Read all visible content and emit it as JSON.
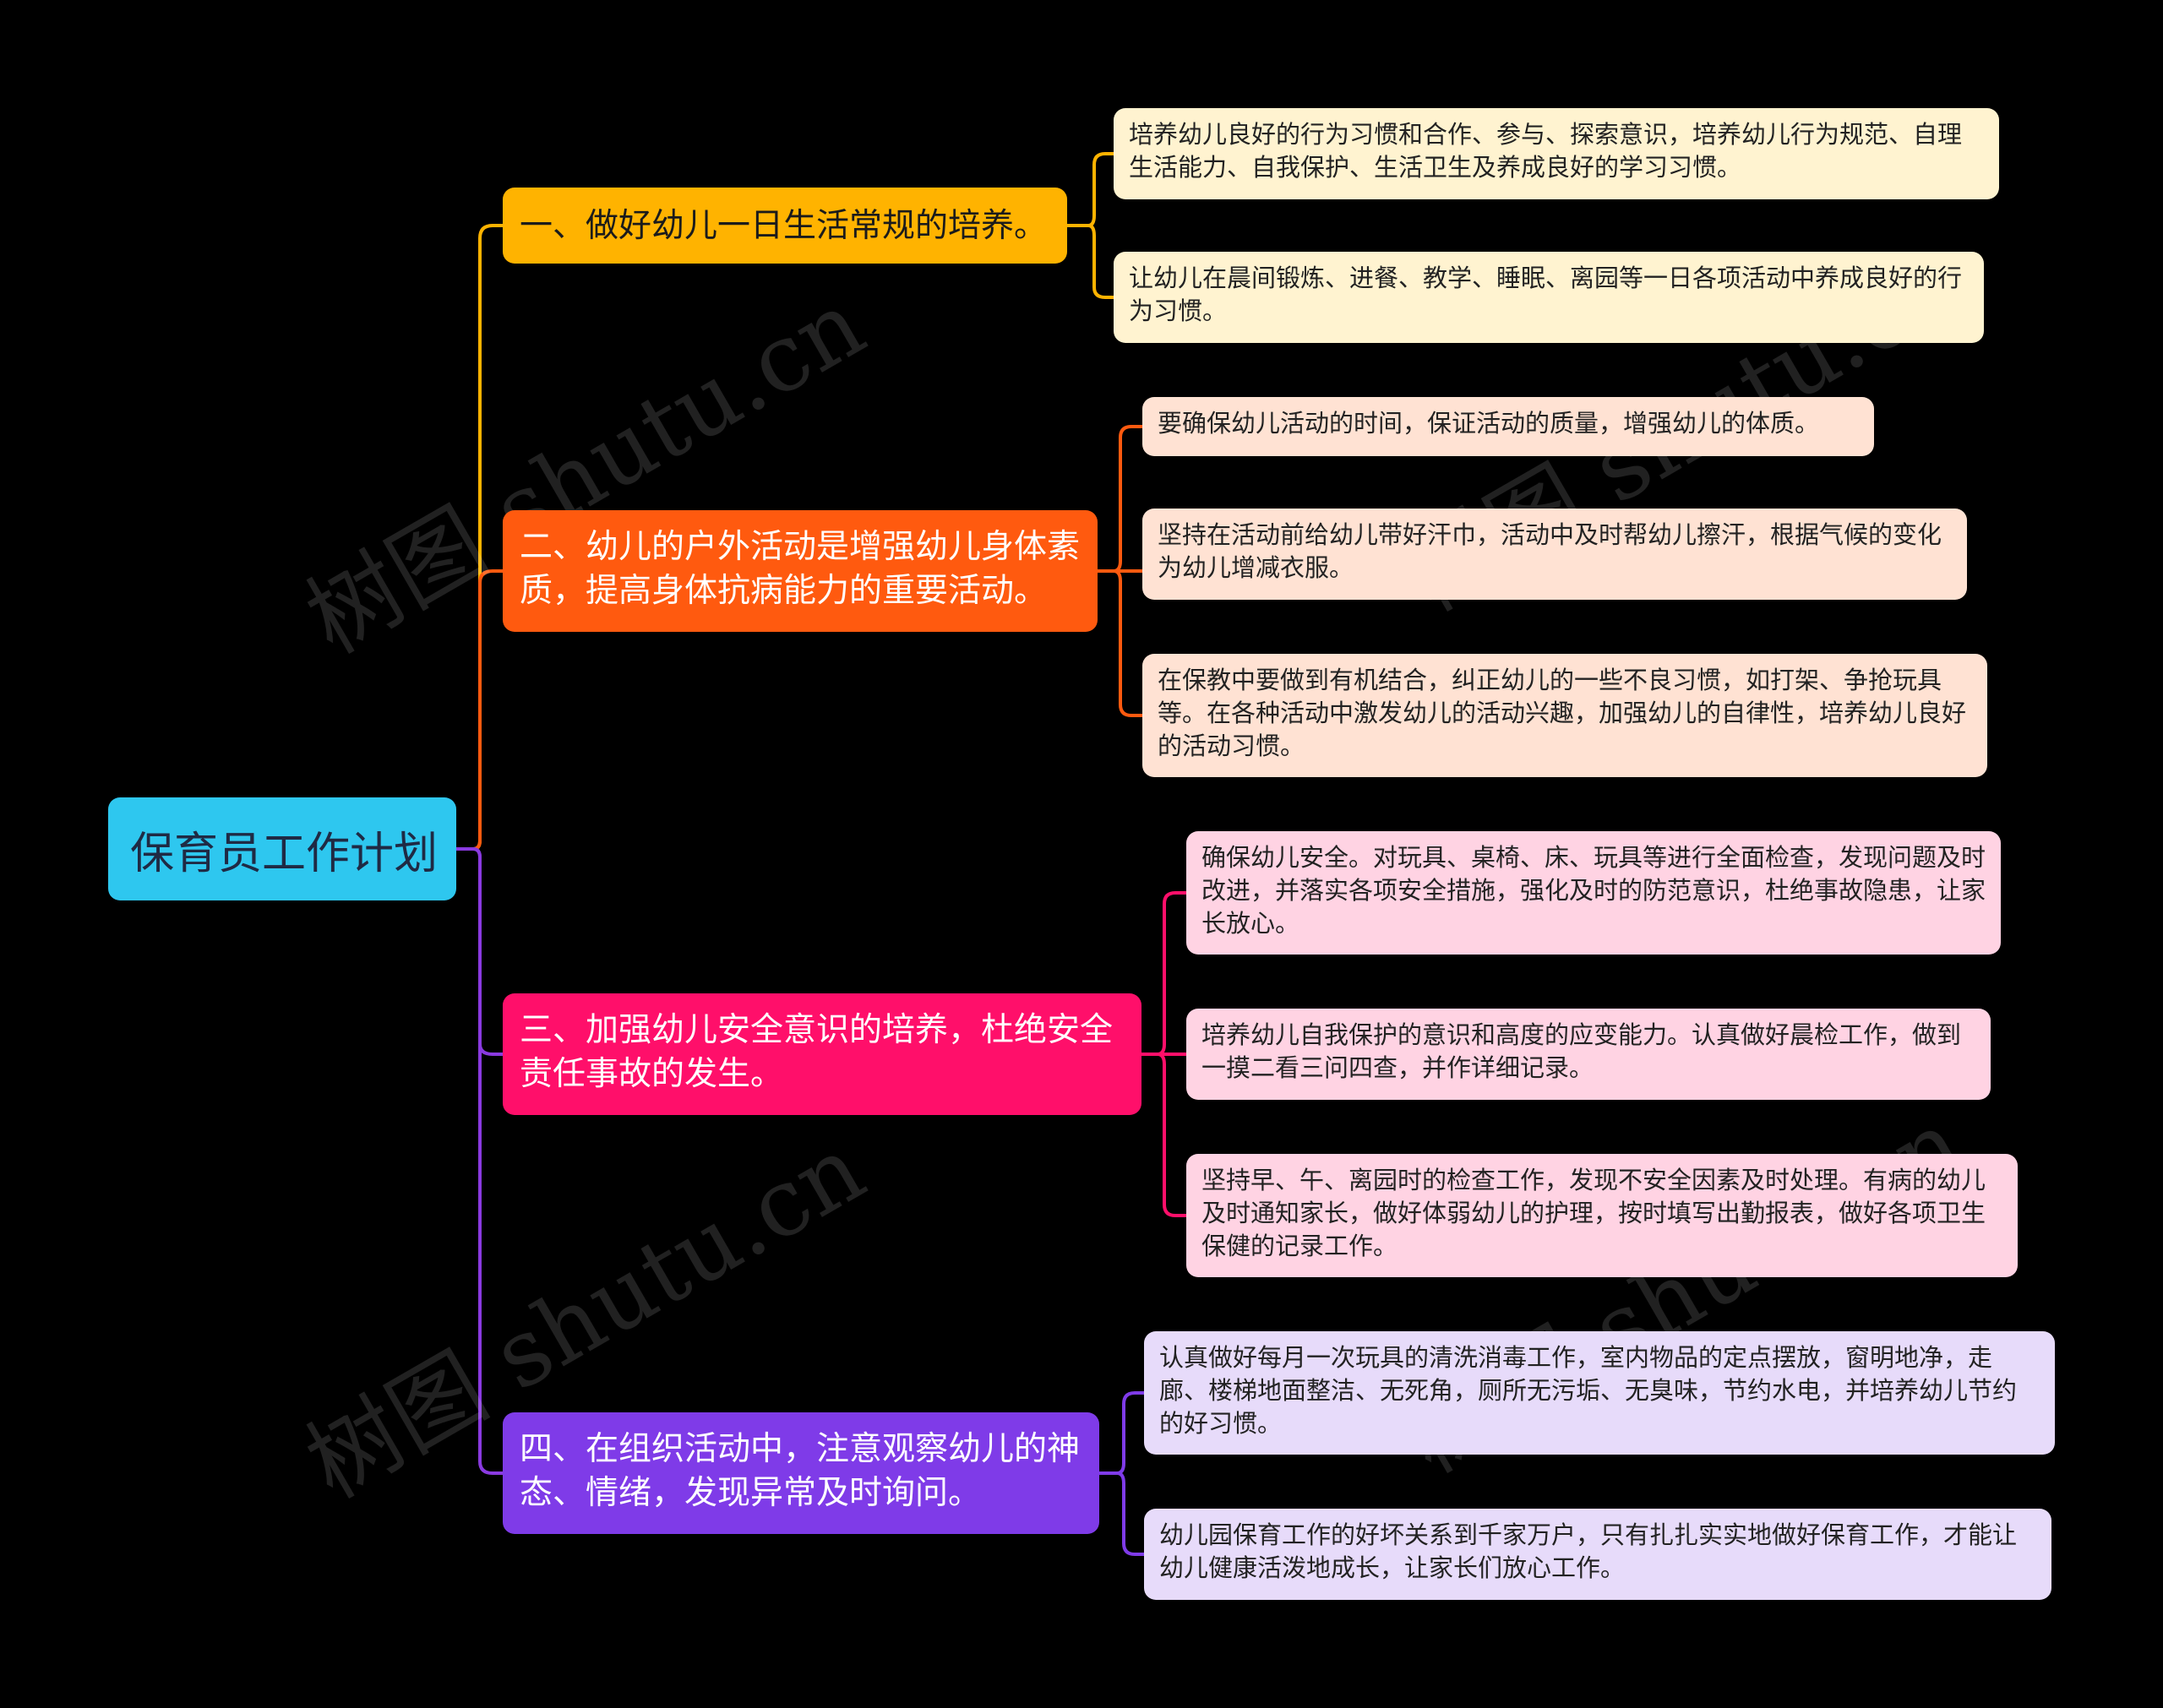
{
  "root": {
    "label": "保育员工作计划"
  },
  "branches": [
    {
      "label": "一、做好幼儿一日生活常规的培养。",
      "color": "#ffb300",
      "leaves": [
        "培养幼儿良好的行为习惯和合作、参与、探索意识，培养幼儿行为规范、自理生活能力、自我保护、生活卫生及养成良好的学习习惯。",
        "让幼儿在晨间锻炼、进餐、教学、睡眠、离园等一日各项活动中养成良好的行为习惯。"
      ]
    },
    {
      "label": "二、幼儿的户外活动是增强幼儿身体素质，提高身体抗病能力的重要活动。",
      "color": "#ff5a0f",
      "leaves": [
        "要确保幼儿活动的时间，保证活动的质量，增强幼儿的体质。",
        "坚持在活动前给幼儿带好汗巾，活动中及时帮幼儿擦汗，根据气候的变化为幼儿增减衣服。",
        "在保教中要做到有机结合，纠正幼儿的一些不良习惯，如打架、争抢玩具等。在各种活动中激发幼儿的活动兴趣，加强幼儿的自律性，培养幼儿良好的活动习惯。"
      ]
    },
    {
      "label": "三、加强幼儿安全意识的培养，杜绝安全责任事故的发生。",
      "color": "#ff0f6a",
      "leaves": [
        "确保幼儿安全。对玩具、桌椅、床、玩具等进行全面检查，发现问题及时改进，并落实各项安全措施，强化及时的防范意识，杜绝事故隐患，让家长放心。",
        "培养幼儿自我保护的意识和高度的应变能力。认真做好晨检工作，做到一摸二看三问四查，并作详细记录。",
        "坚持早、午、离园时的检查工作，发现不安全因素及时处理。有病的幼儿及时通知家长，做好体弱幼儿的护理，按时填写出勤报表，做好各项卫生保健的记录工作。"
      ]
    },
    {
      "label": "四、在组织活动中，注意观察幼儿的神态、情绪，发现异常及时询问。",
      "color": "#7f3be8",
      "leaves": [
        "认真做好每月一次玩具的清洗消毒工作，室内物品的定点摆放，窗明地净，走廊、楼梯地面整洁、无死角，厕所无污垢、无臭味，节约水电，并培养幼儿节约的好习惯。",
        "幼儿园保育工作的好坏关系到千家万户，只有扎扎实实地做好保育工作，才能让幼儿健康活泼地成长，让家长们放心工作。"
      ]
    }
  ],
  "watermark": "树图 shutu.cn"
}
